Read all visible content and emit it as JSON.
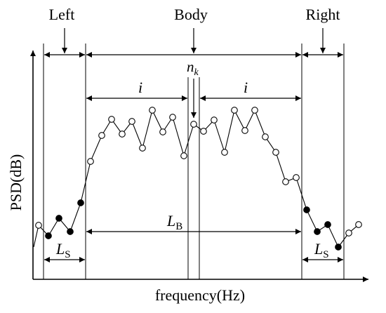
{
  "labels": {
    "left": "Left",
    "body": "Body",
    "right": "Right",
    "nk": "n",
    "nk_sub": "k",
    "i_left": "i",
    "i_right": "i",
    "lb": "L",
    "lb_sub": "B",
    "ls_left": "L",
    "ls_left_sub": "S",
    "ls_right": "L",
    "ls_right_sub": "S",
    "ylabel": "PSD(dB)",
    "xlabel": "frequency(Hz)"
  },
  "colors": {
    "stroke": "#000000",
    "background": "#ffffff"
  },
  "markers": {
    "open": "open-circle",
    "filled": "filled-circle"
  }
}
